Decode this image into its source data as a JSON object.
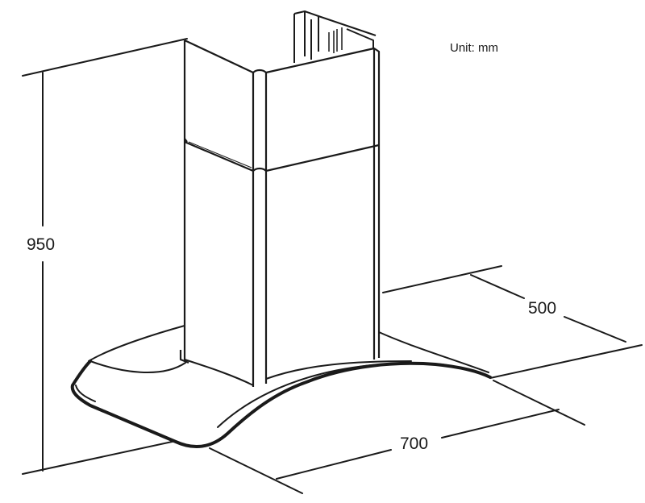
{
  "unit_label": "Unit: mm",
  "dimensions": {
    "height": "950",
    "depth": "500",
    "width": "700"
  }
}
